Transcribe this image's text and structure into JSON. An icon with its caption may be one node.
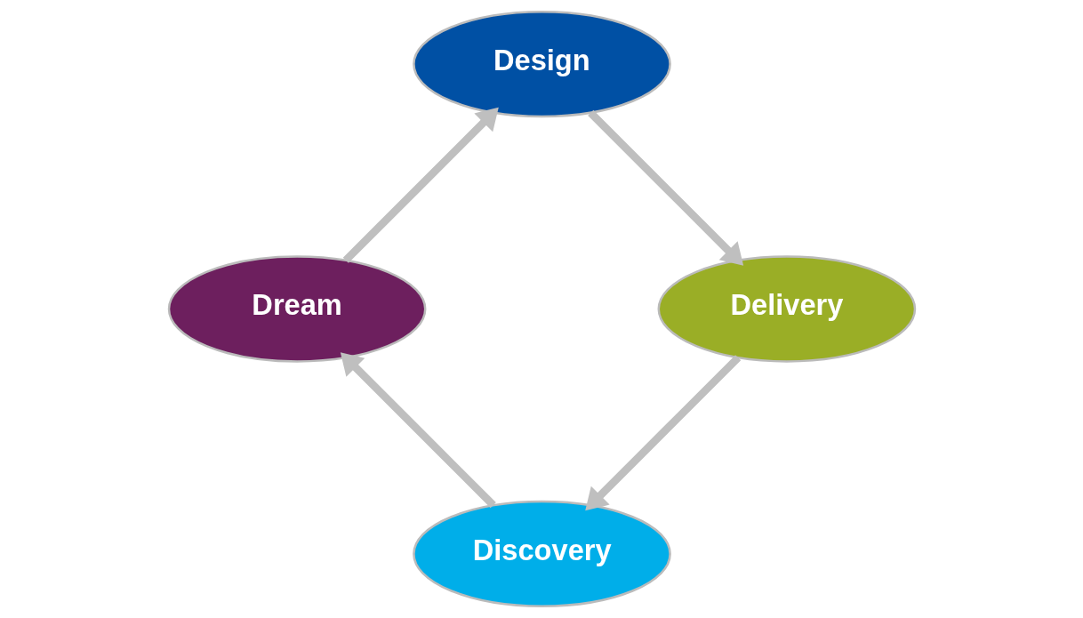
{
  "diagram": {
    "nodes": [
      {
        "text": [
          "Discovery"
        ]
      },
      {
        "text": [
          "Dream"
        ]
      },
      {
        "text": [
          "Design"
        ]
      },
      {
        "text": [
          "Delivery"
        ]
      }
    ],
    "edges": [
      {
        "from": 0,
        "to": 1,
        "arrow": "to"
      },
      {
        "from": 1,
        "to": 2,
        "arrow": "to"
      },
      {
        "from": 2,
        "to": 3,
        "arrow": "to"
      },
      {
        "from": 3,
        "to": 0,
        "arrow": "to"
      }
    ]
  }
}
